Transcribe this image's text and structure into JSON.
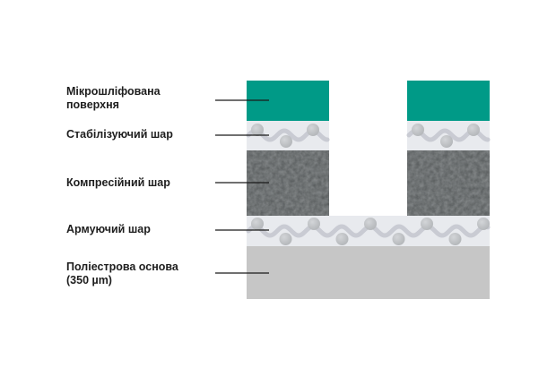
{
  "layers": {
    "micro_polished": {
      "line1": "Мікрошліфована",
      "line2": "поверхня",
      "color": "#009a87"
    },
    "stabilizing": {
      "label": "Стабілізуючий шар",
      "color": "#e8eaee"
    },
    "compression": {
      "label": "Компресійний шар",
      "color": "#55595a"
    },
    "reinforcing": {
      "label": "Армуючий шар",
      "color": "#e8eaee"
    },
    "polyester_base": {
      "line1": "Поліестрова основа",
      "line2": "(350 µm)",
      "color": "#c6c6c6"
    }
  },
  "colors": {
    "ball": "#b5b8bb",
    "wave": "#c9cbd3",
    "leader_line": "#1a1a1a",
    "label_text": "#1e1e1e"
  },
  "icons": {
    "ball": "sphere-icon",
    "wave": "weave-wave"
  }
}
